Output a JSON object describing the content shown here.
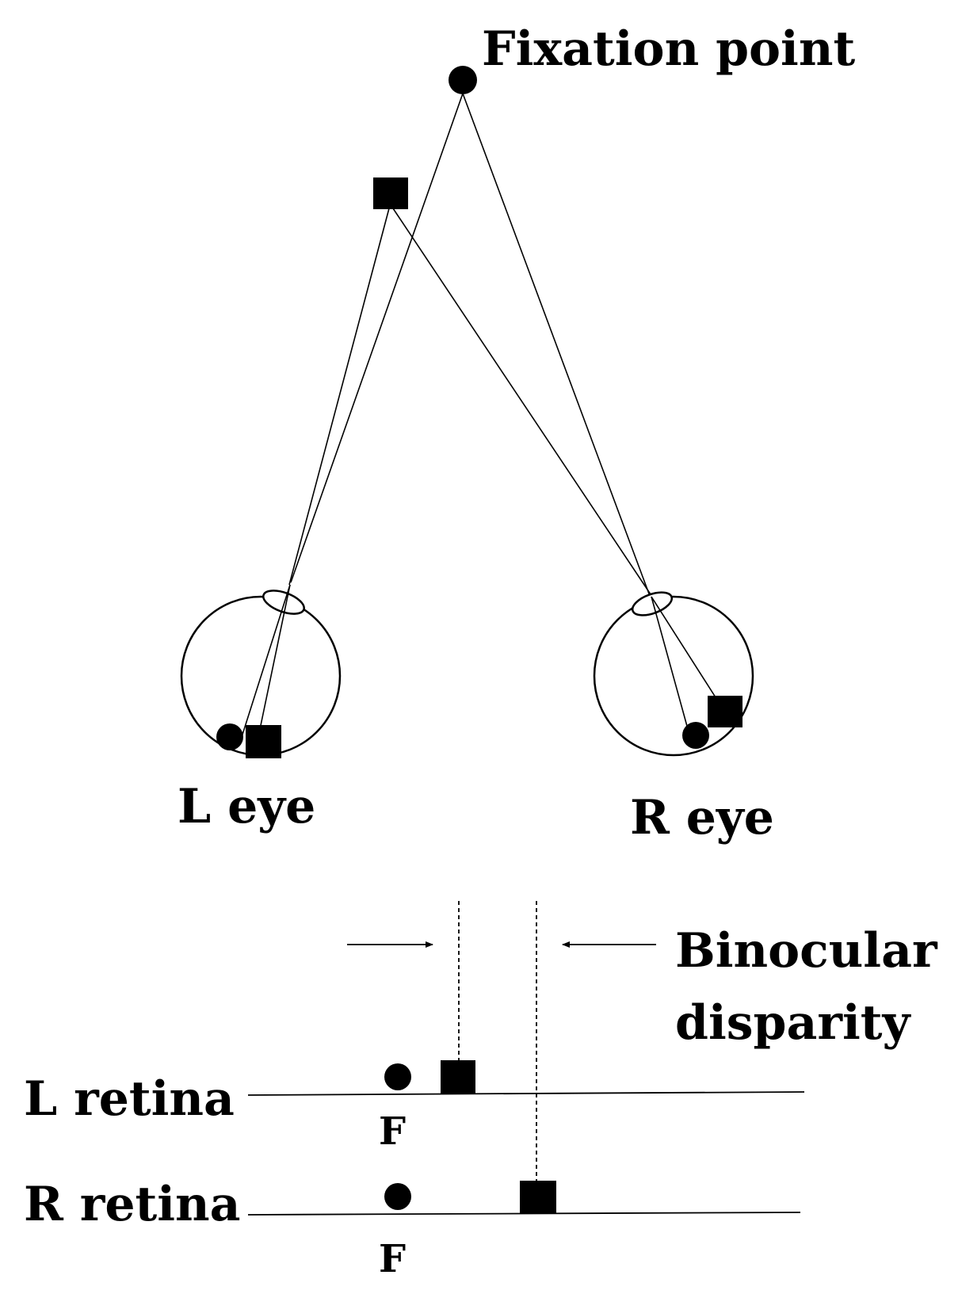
{
  "labels": {
    "fixation_point": "Fixation point",
    "left_eye": "L eye",
    "right_eye": "R eye",
    "binocular_line1": "Binocular",
    "binocular_line2": "disparity",
    "left_retina": "L retina",
    "right_retina": "R retina",
    "fovea_left": "F",
    "fovea_right": "F"
  },
  "colors": {
    "ink": "#000000",
    "background": "#ffffff"
  }
}
